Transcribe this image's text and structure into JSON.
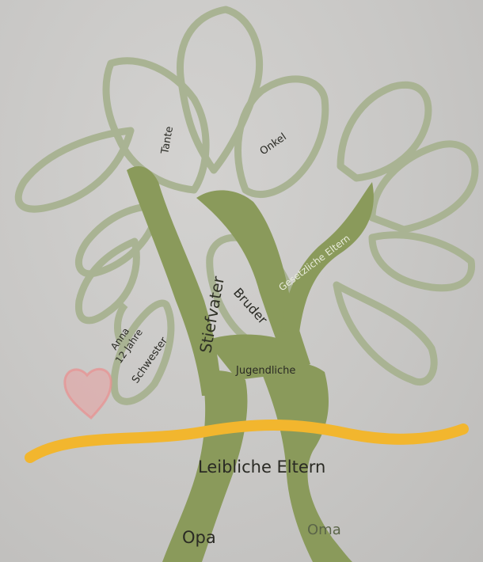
{
  "diagram": {
    "labels": {
      "tante": "Tante",
      "onkel": "Onkel",
      "gesetzliche_eltern": "Gesetzliche Eltern",
      "bruder": "Bruder",
      "stiefvater": "Stiefvater",
      "anna": "Anna",
      "alter": "12 Jahre",
      "schwester": "Schwester",
      "jugendliche": "Jugendliche",
      "leibliche_eltern": "Leibliche Eltern",
      "opa": "Opa",
      "oma": "Oma"
    },
    "icons": {
      "heart": "heart-icon"
    },
    "colors": {
      "background": "#c8c7c5",
      "leaf_outline": "#a9b393",
      "trunk": "#8a9a5b",
      "divider_line": "#f2b62e",
      "heart": "#e8a0a0"
    }
  }
}
